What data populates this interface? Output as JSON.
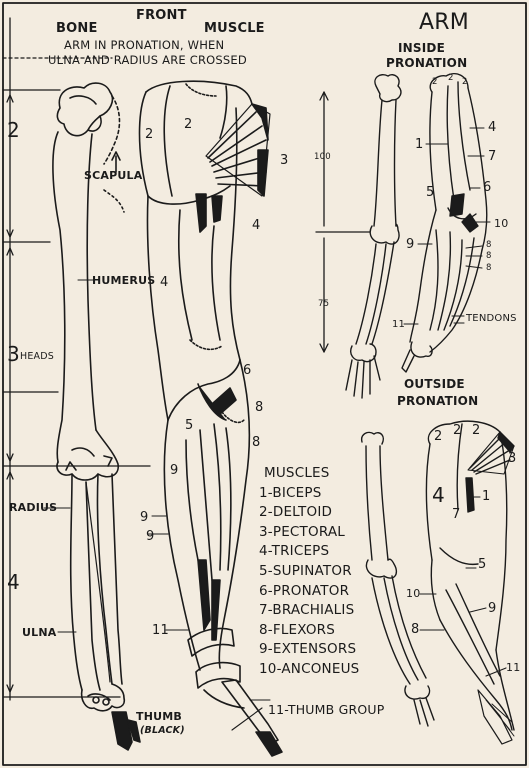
{
  "titles": {
    "bone": "BONE",
    "front": "FRONT",
    "muscle": "MUSCLE",
    "arm": "ARM",
    "subtitle_line1": "ARM IN PRONATION, WHEN",
    "subtitle_line2": "ULNA AND RADIUS ARE CROSSED",
    "inside_1": "INSIDE",
    "inside_2": "PRONATION",
    "outside_1": "OUTSIDE",
    "outside_2": "PRONATION"
  },
  "bone_labels": {
    "scapula": "SCAPULA",
    "humerus": "HUMERUS",
    "radius": "RADIUS",
    "ulna": "ULNA",
    "thumb": "THUMB",
    "black": "(BLACK)"
  },
  "scale": {
    "n2": "2",
    "n3": "3",
    "heads": "HEADS",
    "n4": "4",
    "m100": "100",
    "m75": "75"
  },
  "muscle_numbers": {
    "a": "2",
    "b": "2",
    "c": "3",
    "d": "4",
    "e": "4",
    "f": "6",
    "g": "8",
    "h": "5",
    "i": "8",
    "j": "9",
    "k": "9",
    "l": "9",
    "m": "11"
  },
  "inside_numbers": {
    "a": "2",
    "b": "2",
    "c": "2",
    "d": "4",
    "e": "1",
    "f": "7",
    "g": "5",
    "h": "6",
    "i": "10",
    "j": "9",
    "k": "8",
    "l": "8",
    "m": "8",
    "n": "11"
  },
  "tendons": "TENDONS",
  "outside_numbers": {
    "a": "2",
    "b": "2",
    "c": "2",
    "d": "3",
    "e": "4",
    "f": "1",
    "g": "7",
    "h": "5",
    "i": "10",
    "j": "8",
    "k": "9",
    "l": "11"
  },
  "legend": {
    "heading": "MUSCLES",
    "items": [
      "1-BICEPS",
      "2-DELTOID",
      "3-PECTORAL",
      "4-TRICEPS",
      "5-SUPINATOR",
      "6-PRONATOR",
      "7-BRACHIALIS",
      "8-FLEXORS",
      "9-EXTENSORS",
      "10-ANCONEUS"
    ],
    "thumb_group": "11-THUMB GROUP"
  }
}
